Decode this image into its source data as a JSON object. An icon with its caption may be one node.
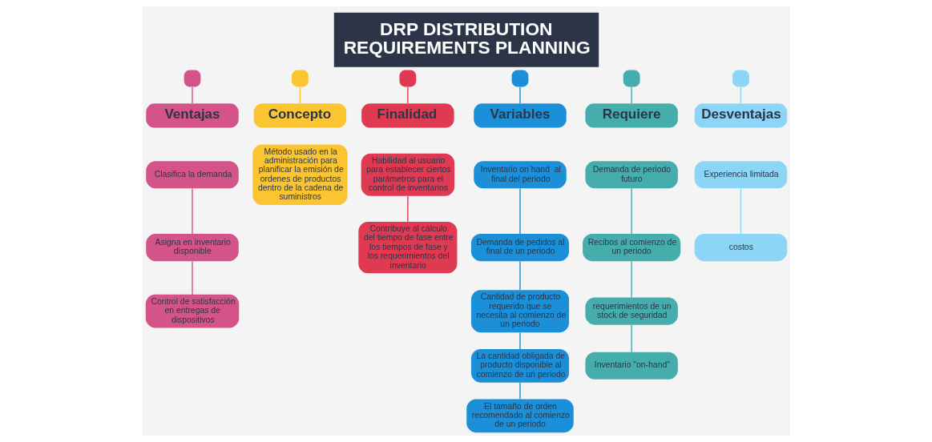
{
  "diagram": {
    "title": "DRP DISTRIBUTION REQUIREMENTS PLANNING",
    "nodes": [
      {
        "text": [],
        "shape": "box"
      },
      {
        "text": [],
        "shape": "box"
      },
      {
        "text": [],
        "shape": "box"
      },
      {
        "text": [],
        "shape": "box"
      },
      {
        "text": [],
        "shape": "box"
      },
      {
        "text": [],
        "shape": "box"
      },
      {
        "text": [
          "Ventajas"
        ]
      },
      {
        "text": [
          "Clasifica la demanda"
        ]
      },
      {
        "text": [
          "Asigna en inventario disponible"
        ]
      },
      {
        "text": [
          "Control de satisfacción en entregas de dispositivos"
        ]
      },
      {
        "text": [
          "Concepto"
        ]
      },
      {
        "text": [
          "Método usado en la administración para planificar la emisión de ordenes de productos dentro de la cadena de suministros"
        ]
      },
      {
        "text": [
          "Finalidad"
        ]
      },
      {
        "text": [
          "Habilidad al usuario para establecer ciertos parámetros para el control de inventarios"
        ]
      },
      {
        "text": [
          "Contribuye al cálculo del tiempo de fase entre los tiempos de fase y los requerimientos del inventario"
        ]
      },
      {
        "text": [
          "Variables"
        ]
      },
      {
        "text": [
          "Inventario on hand  al final del periodo"
        ]
      },
      {
        "text": [
          "Demanda de pedidos al final de un periodo"
        ]
      },
      {
        "text": [
          "Cantidad de producto requerido que se necesita al comienzo de un periodo"
        ]
      },
      {
        "text": [
          "La cantidad obligada de producto disponible al comienzo de un periodo"
        ]
      },
      {
        "text": [
          "El tamaño de orden recomendado al comienzo de un periodo"
        ]
      },
      {
        "text": [
          "Requiere"
        ]
      },
      {
        "text": [
          "Demanda de periodo futuro"
        ]
      },
      {
        "text": [
          "Recibos al comienzo de un periodo"
        ]
      },
      {
        "text": [
          "requerimientos de un stock de seguridad"
        ]
      },
      {
        "text": [
          "Inventario \"on-hand\""
        ]
      },
      {
        "text": [
          "Desventajas"
        ]
      },
      {
        "text": [
          "Experiencia limitada"
        ]
      },
      {
        "text": [
          "costos"
        ]
      }
    ],
    "edges": [
      {
        "from": 0,
        "to": 6,
        "arrow": "none",
        "color": "#d4548a"
      },
      {
        "from": 1,
        "to": 10,
        "arrow": "none",
        "color": "#fbc531"
      },
      {
        "from": 2,
        "to": 12,
        "arrow": "none",
        "color": "#e03a52"
      },
      {
        "from": 3,
        "to": 15,
        "arrow": "none",
        "color": "#1b8fd8"
      },
      {
        "from": 4,
        "to": 21,
        "arrow": "none",
        "color": "#45aead"
      },
      {
        "from": 5,
        "to": 26,
        "arrow": "none",
        "color": "#8dd5f7"
      },
      {
        "from": 7,
        "to": 8,
        "arrow": "none",
        "color": "#d4548a"
      },
      {
        "from": 8,
        "to": 9,
        "arrow": "none",
        "color": "#d4548a"
      },
      {
        "from": 13,
        "to": 14,
        "arrow": "none",
        "color": "#e03a52"
      },
      {
        "from": 16,
        "to": 17,
        "arrow": "none",
        "color": "#1b8fd8"
      },
      {
        "from": 17,
        "to": 18,
        "arrow": "none",
        "color": "#1b8fd8"
      },
      {
        "from": 18,
        "to": 19,
        "arrow": "none",
        "color": "#1b8fd8"
      },
      {
        "from": 19,
        "to": 20,
        "arrow": "none",
        "color": "#1b8fd8"
      },
      {
        "from": 22,
        "to": 23,
        "arrow": "none",
        "color": "#45aead"
      },
      {
        "from": 23,
        "to": 24,
        "arrow": "none",
        "color": "#45aead"
      },
      {
        "from": 24,
        "to": 25,
        "arrow": "none",
        "color": "#45aead"
      },
      {
        "from": 27,
        "to": 28,
        "arrow": "none",
        "color": "#8dd5f7"
      }
    ]
  }
}
